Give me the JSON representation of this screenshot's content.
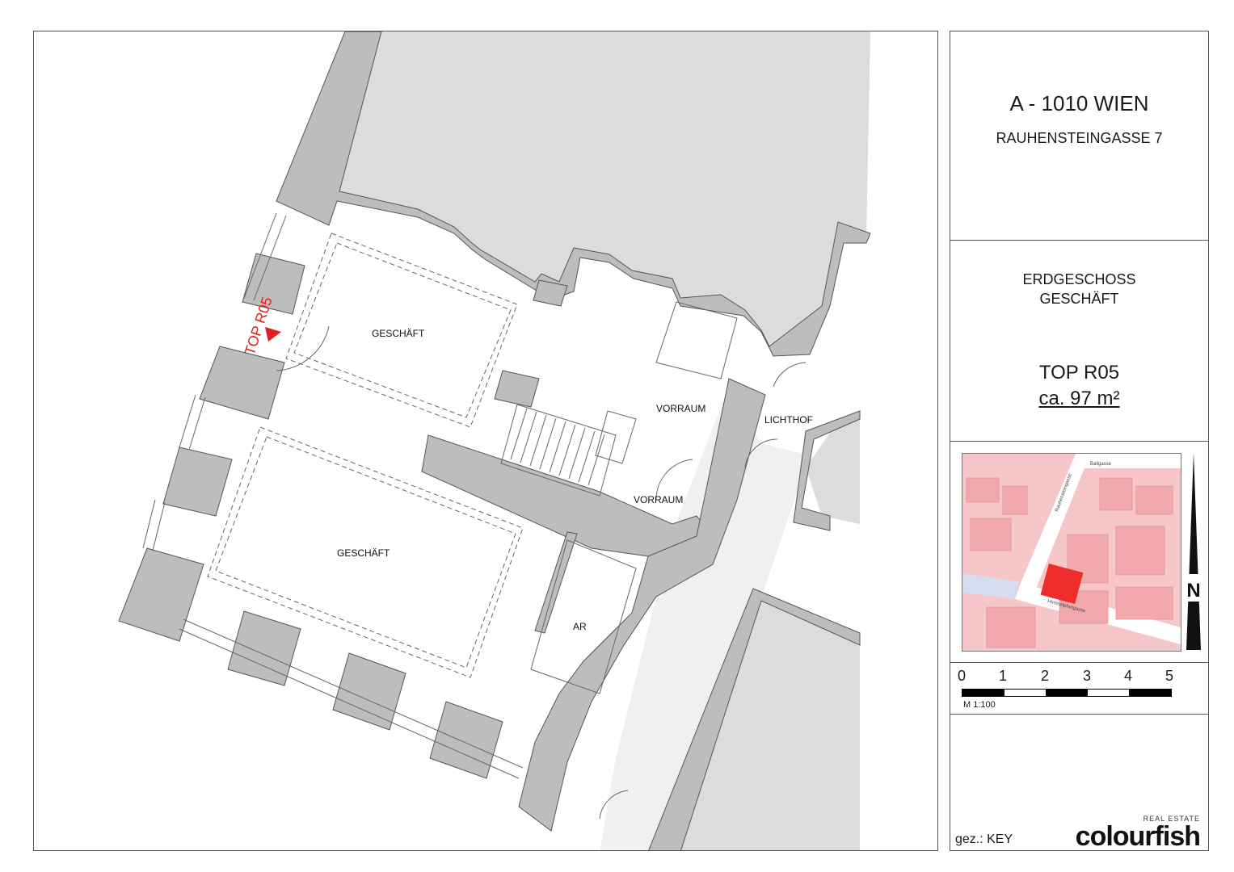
{
  "title_block": {
    "city": "A - 1010 WIEN",
    "street": "RAUHENSTEINGASSE 7",
    "floor": "ERDGESCHOSS",
    "usage": "GESCHÄFT",
    "unit": "TOP R05",
    "area": "ca. 97 m²"
  },
  "plan": {
    "rooms": {
      "shop_upper": "GESCHÄFT",
      "shop_lower": "GESCHÄFT",
      "vorraum_1": "VORRAUM",
      "vorraum_2": "VORRAUM",
      "lichthof": "LICHTHOF",
      "ar": "AR"
    },
    "entrance_label": "TOP R05",
    "entrance_marker_color": "#e02020",
    "wall_color": "#bdbdbd",
    "neighbour_color": "#d9d9d9"
  },
  "location_map": {
    "streets": [
      "Ballgasse",
      "Rauhensteingasse",
      "Himmelpfortgasse"
    ],
    "north_label": "N",
    "highlight_color": "#ef2b2b",
    "building_color": "#f4b4b8"
  },
  "scale": {
    "ticks": [
      "0",
      "1",
      "2",
      "3",
      "4",
      "5"
    ],
    "label": "M 1:100"
  },
  "footer": {
    "drawn_by": "gez.: KEY",
    "logo_sub": "REAL ESTATE",
    "logo_main": "colourfish"
  }
}
